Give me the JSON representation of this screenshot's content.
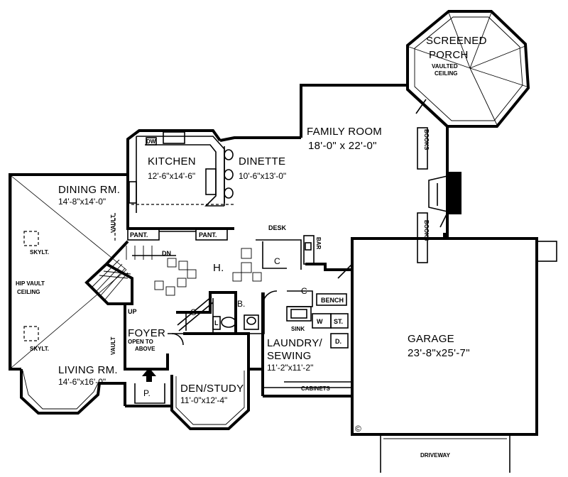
{
  "rooms": {
    "screened_porch": {
      "name1": "SCREENED",
      "name2": "PORCH",
      "note1": "VAULTED",
      "note2": "CEILING"
    },
    "family_room": {
      "name": "FAMILY ROOM",
      "size": "18'-0\" x 22'-0\""
    },
    "kitchen": {
      "name": "KITCHEN",
      "size": "12'-6\"x14'-6\""
    },
    "dinette": {
      "name": "DINETTE",
      "size": "10'-6\"x13'-0\""
    },
    "dining": {
      "name": "DINING RM.",
      "size": "14'-8\"x14'-0\""
    },
    "living": {
      "name": "LIVING RM.",
      "size": "14'-6\"x16'-0\""
    },
    "foyer": {
      "name": "FOYER",
      "note1": "OPEN TO",
      "note2": "ABOVE"
    },
    "den": {
      "name": "DEN/STUDY",
      "size": "11'-0\"x12'-4\""
    },
    "laundry": {
      "name1": "LAUNDRY/",
      "name2": "SEWING",
      "size": "11'-2\"x11'-2\""
    },
    "garage": {
      "name": "GARAGE",
      "size": "23'-8\"x25'-7\""
    }
  },
  "labels": {
    "dw": "DW",
    "books_top": "BOOKS",
    "books_bottom": "BOOKS",
    "vault_dining": "VAULT",
    "vault_foyer": "VAULT",
    "pant_left": "PANT.",
    "pant_right": "PANT.",
    "desk": "DESK",
    "bar": "BAR",
    "dn": "DN",
    "up": "UP",
    "hall": "H.",
    "bath": "B.",
    "closet_hall": "C",
    "closet_foyer": "C",
    "closet_laundry": "C",
    "linen": "L",
    "bench": "BENCH",
    "sink": "SINK",
    "washer": "W",
    "storage": "ST.",
    "dryer": "D.",
    "cabinets": "CABINETS",
    "porch": "P.",
    "skylight_top": "SKYLT.",
    "skylight_bottom": "SKYLT.",
    "hip_vault1": "HIP VAULT",
    "hip_vault2": "CEILING",
    "driveway": "DRIVEWAY",
    "copyright": "©"
  }
}
